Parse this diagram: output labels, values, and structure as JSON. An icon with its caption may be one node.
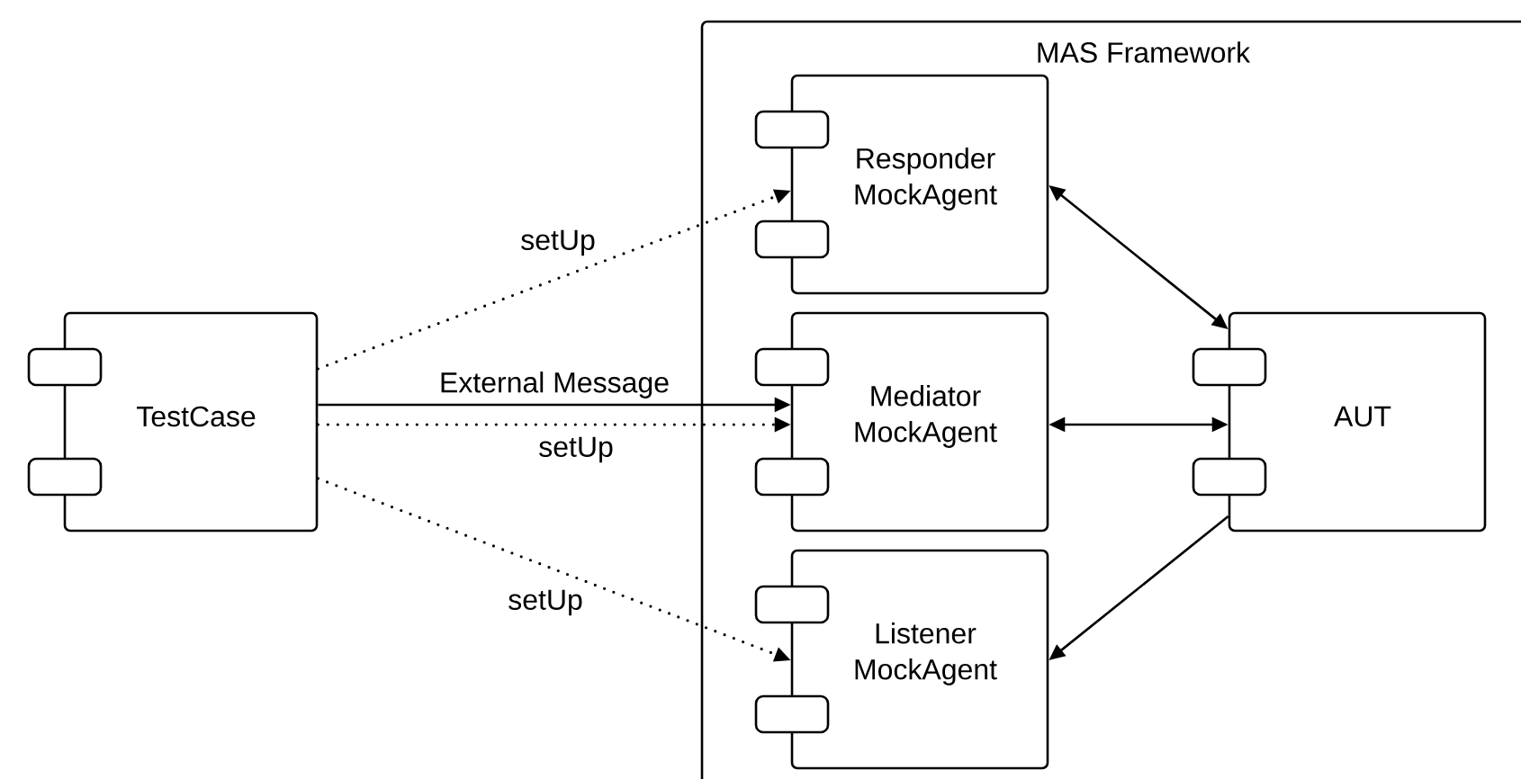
{
  "diagram": {
    "nodes": [
      {
        "text": [
          "TestCase"
        ]
      },
      {
        "text": [
          "MAS Framework"
        ]
      },
      {
        "text": [
          "Responder MockAgent"
        ],
        "in": 1
      },
      {
        "text": [
          "Mediator MockAgent"
        ],
        "in": 1
      },
      {
        "text": [
          "Listener MockAgent"
        ],
        "in": 1
      },
      {
        "text": [
          "AUT"
        ],
        "in": 1
      }
    ],
    "edges": [
      {
        "from": 0,
        "to": 2,
        "arrow": "to",
        "label": "setUp",
        "style": "dashed"
      },
      {
        "from": 0,
        "to": 3,
        "arrow": "to",
        "label": "External Message"
      },
      {
        "from": 0,
        "to": 3,
        "arrow": "to",
        "label": "setUp",
        "style": "dashed"
      },
      {
        "from": 0,
        "to": 4,
        "arrow": "to",
        "label": "setUp",
        "style": "dashed"
      },
      {
        "from": 2,
        "to": 5,
        "arrow": "both"
      },
      {
        "from": 3,
        "to": 5,
        "arrow": "both"
      },
      {
        "from": 5,
        "to": 4,
        "arrow": "to"
      }
    ]
  }
}
